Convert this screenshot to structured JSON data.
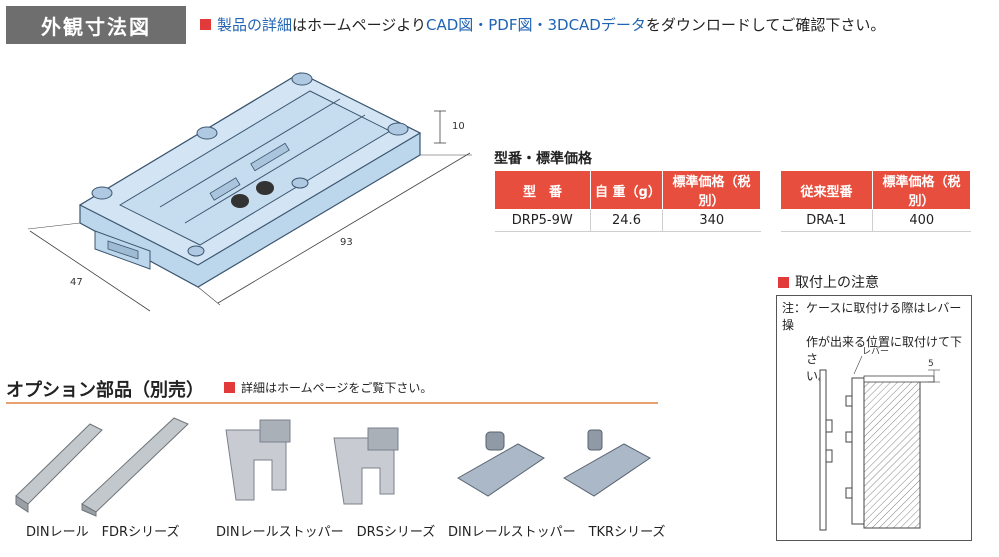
{
  "header": {
    "tag": "外観寸法図",
    "note_before": "製品の詳細",
    "note_mid": "はホームページより",
    "note_link": "CAD図・PDF図・3DCADデータ",
    "note_after": "をダウンロードしてご確認下さい。"
  },
  "dimensions": {
    "height": "10",
    "length": "93",
    "width": "47"
  },
  "price_table": {
    "title": "型番・標準価格",
    "headers": [
      "型　番",
      "自 重（g）",
      "標準価格（税別）"
    ],
    "row": [
      "DRP5-9W",
      "24.6",
      "340"
    ]
  },
  "old_table": {
    "headers": [
      "従来型番",
      "標準価格（税別）"
    ],
    "row": [
      "DRA-1",
      "400"
    ]
  },
  "caution": {
    "title": "取付上の注意",
    "prefix": "注：",
    "line1": "ケースに取付ける際はレバー操",
    "line2": "作が出来る位置に取付けて下さ",
    "line3": "い。",
    "lever_label": "レバー",
    "dim_label": "5"
  },
  "options": {
    "title": "オプション部品（別売）",
    "note": "詳細はホームページをご覧下さい。",
    "items": [
      "DINレール　FDRシリーズ",
      "DINレールストッパー　DRSシリーズ",
      "DINレールストッパー　TKRシリーズ"
    ]
  },
  "colors": {
    "accent_red": "#e84e3e",
    "link_blue": "#1f63b4",
    "part_blue": "#bcd6ec"
  }
}
